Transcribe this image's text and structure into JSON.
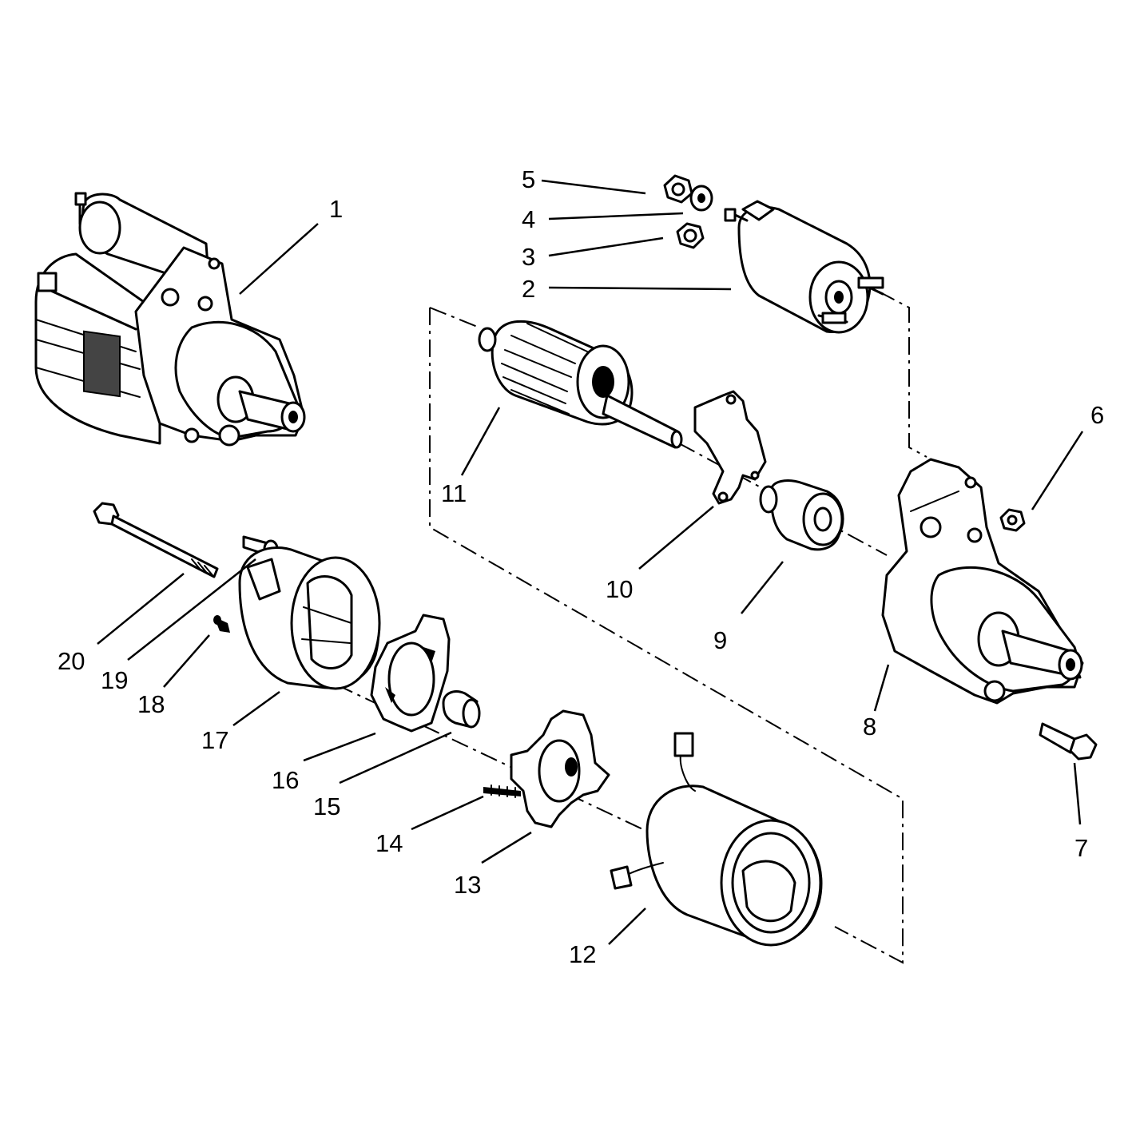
{
  "diagram": {
    "callouts": [
      {
        "id": "c1",
        "label": "1"
      },
      {
        "id": "c2",
        "label": "2"
      },
      {
        "id": "c3",
        "label": "3"
      },
      {
        "id": "c4",
        "label": "4"
      },
      {
        "id": "c5",
        "label": "5"
      },
      {
        "id": "c6",
        "label": "6"
      },
      {
        "id": "c7",
        "label": "7"
      },
      {
        "id": "c8",
        "label": "8"
      },
      {
        "id": "c9",
        "label": "9"
      },
      {
        "id": "c10",
        "label": "10"
      },
      {
        "id": "c11",
        "label": "11"
      },
      {
        "id": "c12",
        "label": "12"
      },
      {
        "id": "c13",
        "label": "13"
      },
      {
        "id": "c14",
        "label": "14"
      },
      {
        "id": "c15",
        "label": "15"
      },
      {
        "id": "c16",
        "label": "16"
      },
      {
        "id": "c17",
        "label": "17"
      },
      {
        "id": "c18",
        "label": "18"
      },
      {
        "id": "c19",
        "label": "19"
      },
      {
        "id": "c20",
        "label": "20"
      }
    ],
    "colors": {
      "ink": "#000000",
      "paper": "#ffffff"
    }
  }
}
